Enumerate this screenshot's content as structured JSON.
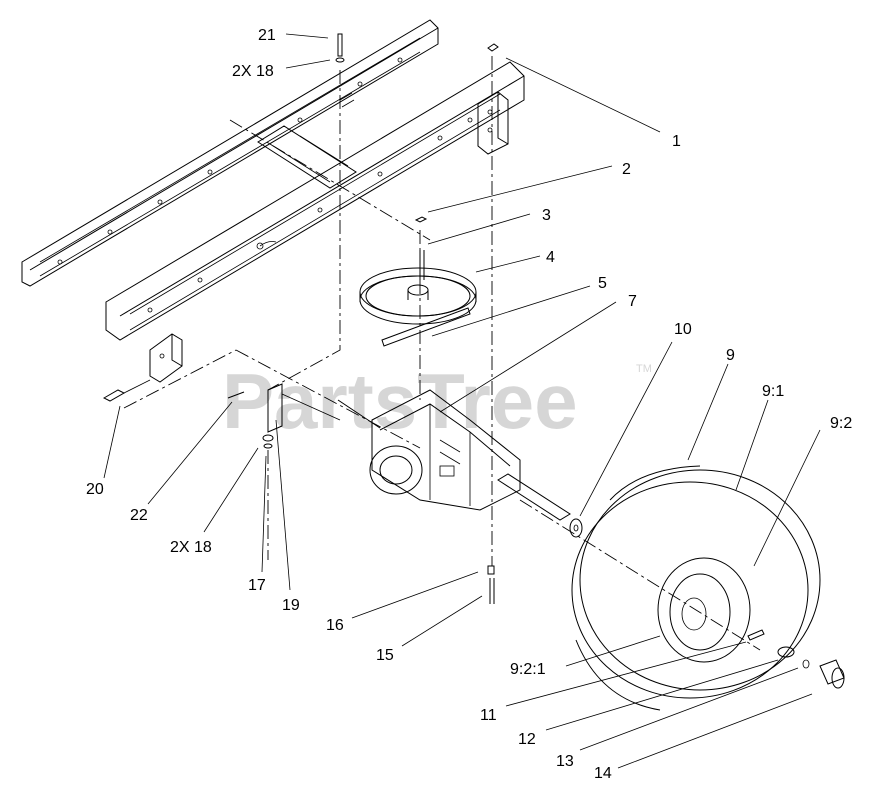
{
  "watermark": {
    "text": "PartsTree",
    "trademark": "TM"
  },
  "callouts": [
    {
      "id": "c1",
      "label": "1"
    },
    {
      "id": "c2",
      "label": "2"
    },
    {
      "id": "c3",
      "label": "3"
    },
    {
      "id": "c4",
      "label": "4"
    },
    {
      "id": "c5",
      "label": "5"
    },
    {
      "id": "c7",
      "label": "7"
    },
    {
      "id": "c9",
      "label": "9"
    },
    {
      "id": "c91",
      "label": "9:1"
    },
    {
      "id": "c92",
      "label": "9:2"
    },
    {
      "id": "c921",
      "label": "9:2:1"
    },
    {
      "id": "c10",
      "label": "10"
    },
    {
      "id": "c11",
      "label": "11"
    },
    {
      "id": "c12",
      "label": "12"
    },
    {
      "id": "c13",
      "label": "13"
    },
    {
      "id": "c14",
      "label": "14"
    },
    {
      "id": "c15",
      "label": "15"
    },
    {
      "id": "c16",
      "label": "16"
    },
    {
      "id": "c17",
      "label": "17"
    },
    {
      "id": "c19",
      "label": "19"
    },
    {
      "id": "c20",
      "label": "20"
    },
    {
      "id": "c21",
      "label": "21"
    },
    {
      "id": "c22",
      "label": "22"
    },
    {
      "id": "c2x18a",
      "label": "2X 18"
    },
    {
      "id": "c2x18b",
      "label": "2X 18"
    }
  ]
}
